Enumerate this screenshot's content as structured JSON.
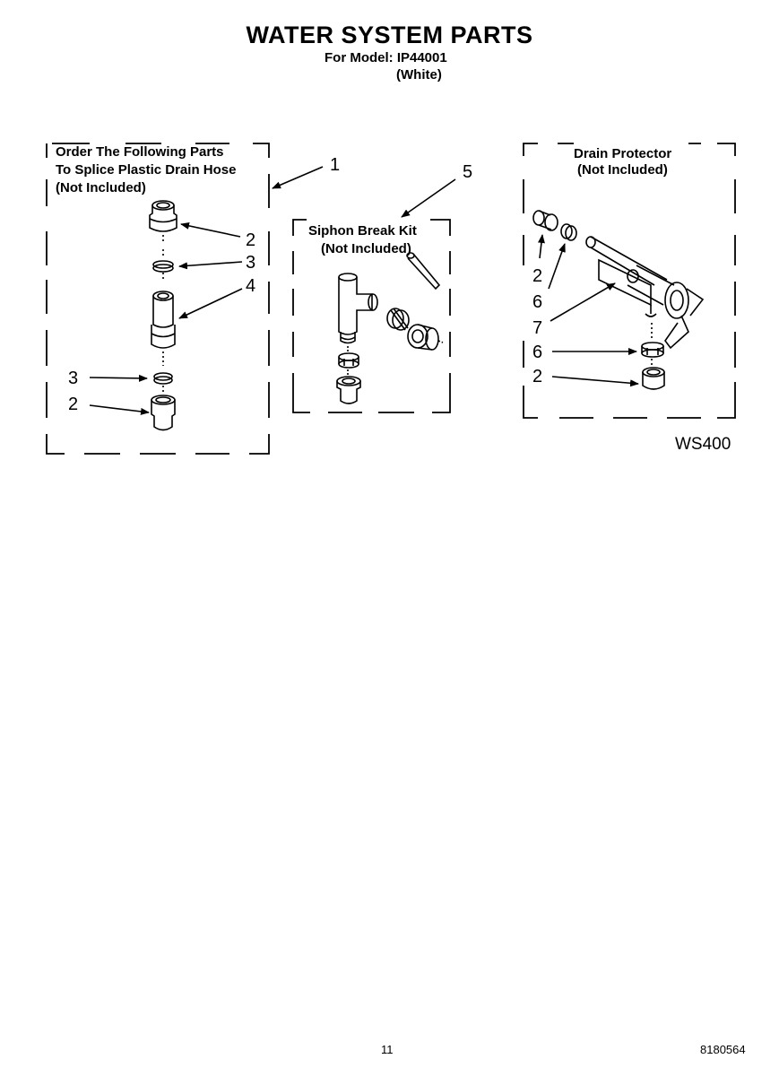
{
  "header": {
    "title": "WATER SYSTEM PARTS",
    "model_line": "For Model: IP44001",
    "color_line": "(White)"
  },
  "groups": {
    "splice_hose": {
      "line1": "Order The Following Parts",
      "line2": "To Splice Plastic Drain Hose",
      "line3": "(Not Included)"
    },
    "siphon_kit": {
      "line1": "Siphon Break Kit",
      "line2": "(Not Included)"
    },
    "drain_protector": {
      "line1": "Drain Protector",
      "line2": "(Not Included)"
    }
  },
  "callouts": {
    "c1": "1",
    "c2_upper": "2",
    "c3_upper": "3",
    "c4": "4",
    "c3_lower": "3",
    "c2_lower": "2",
    "c5": "5",
    "dp_2a": "2",
    "dp_6a": "6",
    "dp_7": "7",
    "dp_6b": "6",
    "dp_2b": "2"
  },
  "figure_code": "WS400",
  "footer": {
    "page_number": "11",
    "document_number": "8180564"
  }
}
